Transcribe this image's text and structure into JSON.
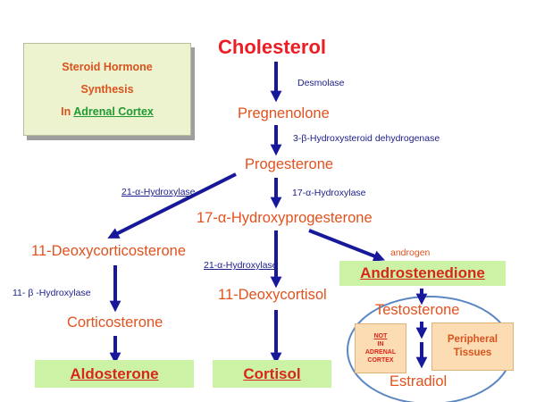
{
  "title_box": {
    "line1": "Steroid Hormone",
    "line2": "Synthesis",
    "line3_prefix": "In ",
    "line3_link": "Adrenal Cortex"
  },
  "compounds": {
    "cholesterol": "Cholesterol",
    "pregnenolone": "Pregnenolone",
    "progesterone": "Progesterone",
    "hydroxyprogesterone": "17-α-Hydroxyprogesterone",
    "deoxycorticosterone": "11-Deoxycorticosterone",
    "deoxycortisol": "11-Deoxycortisol",
    "corticosterone": "Corticosterone",
    "testosterone": "Testosterone",
    "estradiol": "Estradiol"
  },
  "end_products": {
    "aldosterone": "Aldosterone",
    "cortisol": "Cortisol",
    "androstenedione": "Androstenedione"
  },
  "enzymes": {
    "desmolase": "Desmolase",
    "hsd": "3-β-Hydroxysteroid dehydrogenase",
    "hydroxylase21_left": "21-α-Hydroxylase",
    "hydroxylase17": "17-α-Hydroxylase",
    "hydroxylase21_mid": "21-α-Hydroxylase",
    "hydroxylase11": "11- β -Hydroxylase"
  },
  "androgen_label": "androgen",
  "not_box": {
    "line1": "NOT",
    "line2": "IN",
    "line3": "ADRENAL",
    "line4": "CORTEX"
  },
  "peripheral": {
    "line1": "Peripheral",
    "line2": "Tissues"
  },
  "colors": {
    "arrow": "#17189a",
    "compound": "#e2521f",
    "cholesterol": "#ec1d23",
    "enzyme": "#1b1d8a",
    "end_box": "#ccf2a6",
    "ellipse": "#5a86c4"
  }
}
